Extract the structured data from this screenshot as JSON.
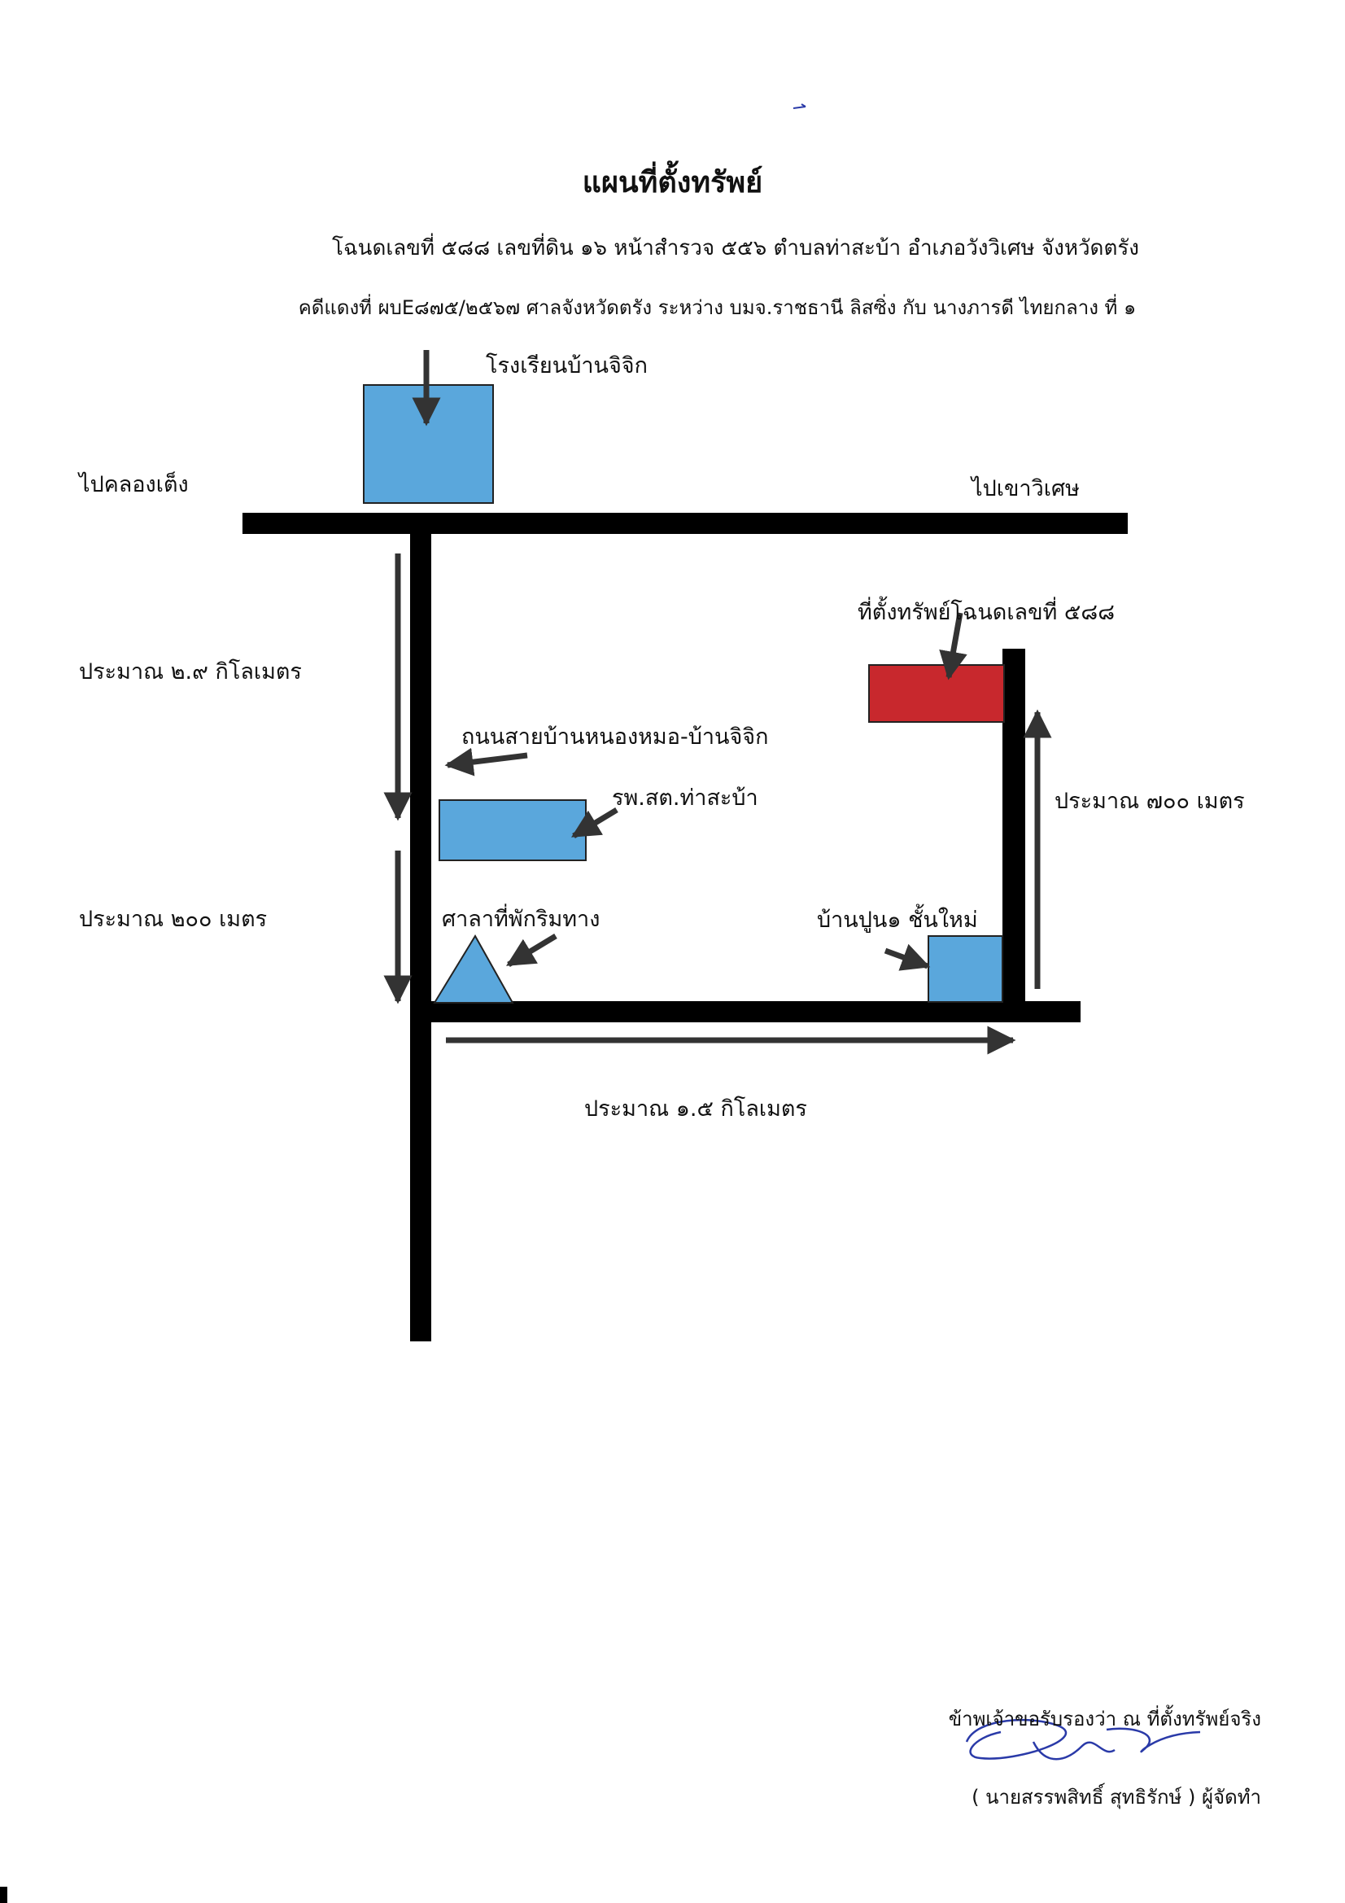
{
  "header": {
    "title": "แผนที่ตั้งทรัพย์",
    "deed_line": "โฉนดเลขที่  ๕๘๘ เลขที่ดิน ๑๖ หน้าสำรวจ ๕๕๖ ตำบลท่าสะบ้า  อำเภอวังวิเศษ  จังหวัดตรัง",
    "case_line": "คดีแดงที่ ผบE๘๗๕/๒๕๖๗ ศาลจังหวัดตรัง ระหว่าง บมจ.ราชธานี ลิสซิ่ง กับ นางภารดี  ไทยกลาง ที่ ๑"
  },
  "map": {
    "school": "โรงเรียนบ้านจิจิก",
    "to_west": "ไปคลองเต็ง",
    "to_east": "ไปเขาวิเศษ",
    "dist_2_9km": "ประมาณ ๒.๙ กิโลเมตร",
    "road_name": "ถนนสายบ้านหนองหมอ-บ้านจิจิก",
    "health_station": "รพ.สต.ท่าสะบ้า",
    "dist_200m": "ประมาณ ๒๐๐ เมตร",
    "sala": "ศาลาที่พักริมทาง",
    "house": "บ้านปูน๑ ชั้นใหม่",
    "property": "ที่ตั้งทรัพย์โฉนดเลขที่ ๕๘๘",
    "dist_700m": "ประมาณ ๗๐๐ เมตร",
    "dist_1_5km": "ประมาณ ๑.๕ กิโลเมตร"
  },
  "footer": {
    "certify": "ข้าพเจ้าขอรับรองว่า ณ ที่ตั้งทรัพย์จริง",
    "signer": "( นายสรรพสิทธิ์  สุทธิรักษ์ ) ผู้จัดทำ"
  },
  "colors": {
    "landmark_blue": "#5aa7dc",
    "property_red": "#c8282d",
    "road_black": "#000000",
    "signature_ink": "#2a3aa8"
  }
}
